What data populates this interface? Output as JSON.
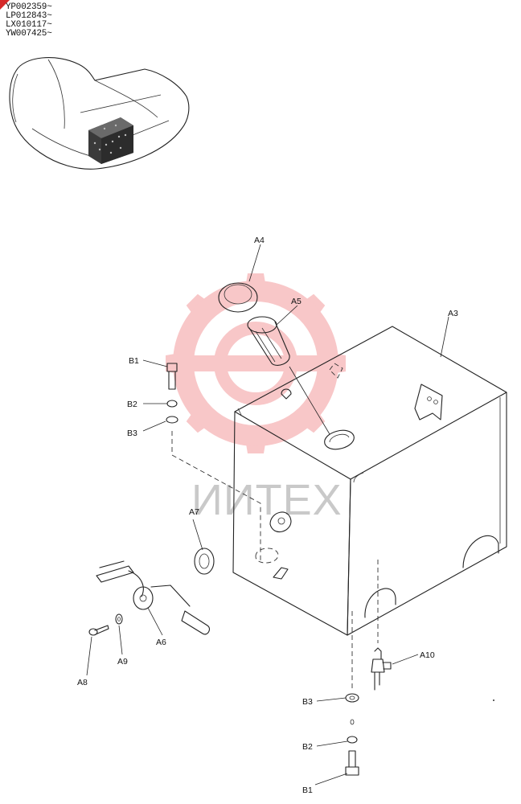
{
  "serial_ranges": [
    "YP002359~",
    "LP012843~",
    "LX010117~",
    "YW007425~"
  ],
  "watermark": {
    "text": "ИИТЕХ",
    "gear_color": "#e8383d"
  },
  "callouts": {
    "a3": "A3",
    "a4": "A4",
    "a5": "A5",
    "a6": "A6",
    "a7": "A7",
    "a8": "A8",
    "a9": "A9",
    "a10": "A10",
    "b1_top": "B1",
    "b2_top": "B2",
    "b3_top": "B3",
    "b1_bottom": "B1",
    "b2_bottom": "B2",
    "b3_bottom": "B3"
  }
}
